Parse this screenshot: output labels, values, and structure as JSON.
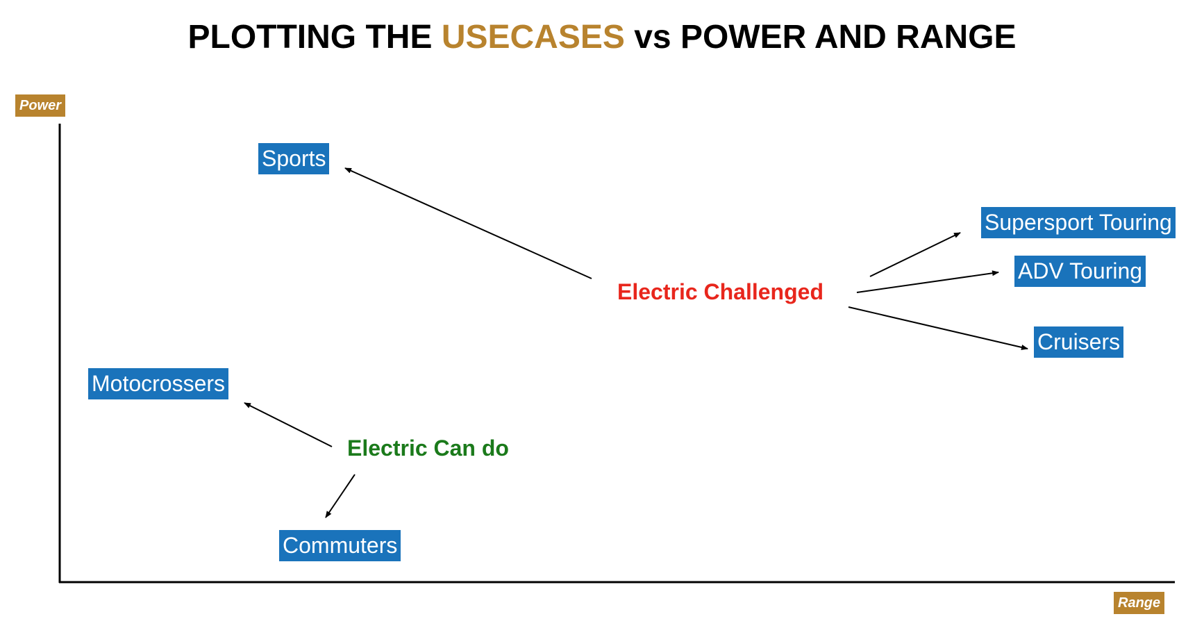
{
  "title": {
    "part1": "PLOTTING THE ",
    "accent": "USECASES",
    "part2": " vs POWER AND RANGE"
  },
  "axes": {
    "y_label": "Power",
    "x_label": "Range"
  },
  "groups": {
    "challenged": {
      "label": "Electric Challenged",
      "color": "#e8261c",
      "targets": [
        "Sports",
        "Supersport Touring",
        "ADV Touring",
        "Cruisers"
      ]
    },
    "can_do": {
      "label": "Electric Can do",
      "color": "#1b7a1b",
      "targets": [
        "Motocrossers",
        "Commuters"
      ]
    }
  },
  "boxes": {
    "sports": "Sports",
    "supersport_touring": "Supersport Touring",
    "adv_touring": "ADV Touring",
    "cruisers": "Cruisers",
    "motocrossers": "Motocrossers",
    "commuters": "Commuters"
  },
  "colors": {
    "accent": "#b8832e",
    "box_fill": "#1a73bb",
    "box_text": "#ffffff"
  }
}
